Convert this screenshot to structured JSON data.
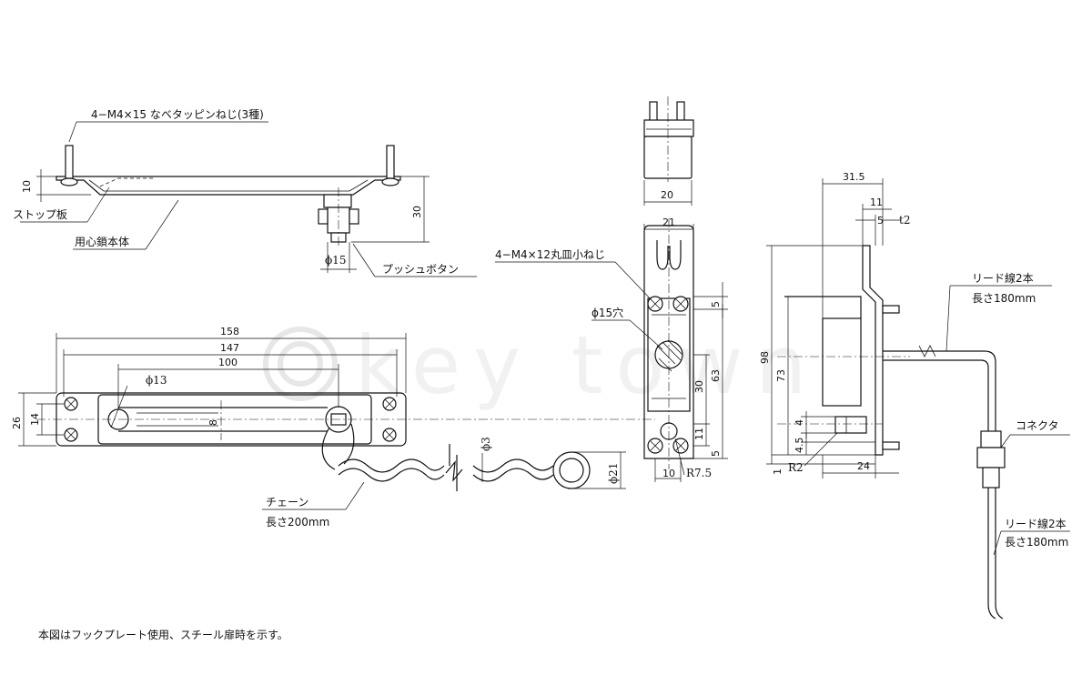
{
  "watermark": "key town",
  "labels": {
    "screw_top": "4−M4×15 なベタッピンねじ(3種)",
    "stop_plate": "ストップ板",
    "lock_body": "用心鎖本体",
    "push_button": "プッシュボタン",
    "screw_side": "4−M4×12丸皿小ねじ",
    "hole15": "ϕ15穴",
    "lead_top_1": "リード線2本",
    "lead_top_2": "長さ180mm",
    "connector": "コネクタ",
    "lead_bot_1": "リード線2本",
    "lead_bot_2": "長さ180mm",
    "chain_1": "チェーン",
    "chain_2": "長さ200mm",
    "note": "本図はフックプレート使用、スチール扉時を示す。"
  },
  "dims": {
    "d10": "10",
    "d30": "30",
    "phi15": "ϕ15",
    "d158": "158",
    "d147": "147",
    "d100": "100",
    "phi13": "ϕ13",
    "d26": "26",
    "d14": "14",
    "d8": "8",
    "phi3": "ϕ3",
    "phi21": "ϕ21",
    "d20": "20",
    "d21": "21",
    "d5a": "5",
    "d63": "63",
    "d30b": "30",
    "d11": "11",
    "d5b": "5",
    "d10b": "10",
    "r75": "R7.5",
    "d31_5": "31.5",
    "d11b": "11",
    "d5c": "5",
    "t2": "t2",
    "d98": "98",
    "d73": "73",
    "d4": "4",
    "d4_5": "4.5",
    "d1": "1",
    "r2": "R2",
    "d24": "24"
  }
}
